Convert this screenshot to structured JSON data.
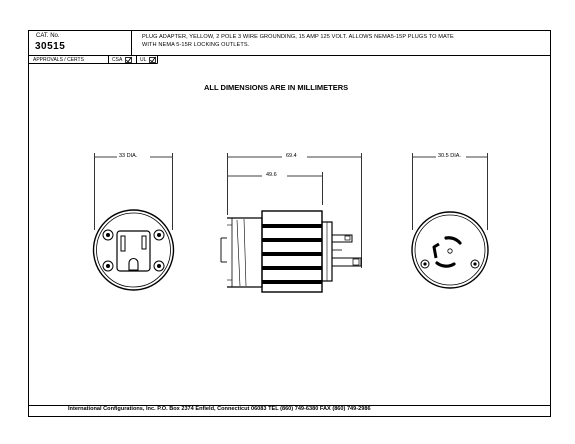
{
  "title_block": {
    "cat_label": "CAT. No.",
    "cat_number": "30515",
    "description_line1": "PLUG ADAPTER, YELLOW, 2 POLE 3 WIRE GROUNDING, 15 AMP 125 VOLT. ALLOWS NEMA5-15P PLUGS TO MATE",
    "description_line2": "WITH NEMA 5-15R LOCKING OUTLETS.",
    "approvals_label": "APPROVALS / CERTS",
    "csa_label": "CSA",
    "ul_label": "UL"
  },
  "drawing": {
    "note": "ALL DIMENSIONS ARE IN MILLIMETERS",
    "dim_front": "33 DIA.",
    "dim_overall": "69.4",
    "dim_body": "49.6",
    "dim_back": "30.5 DIA."
  },
  "footer": {
    "text": "International Configurations, Inc.  P.O. Box 2374  Enfield, Connecticut 06083  TEL (860) 749-6380  FAX (860) 749-2986"
  }
}
